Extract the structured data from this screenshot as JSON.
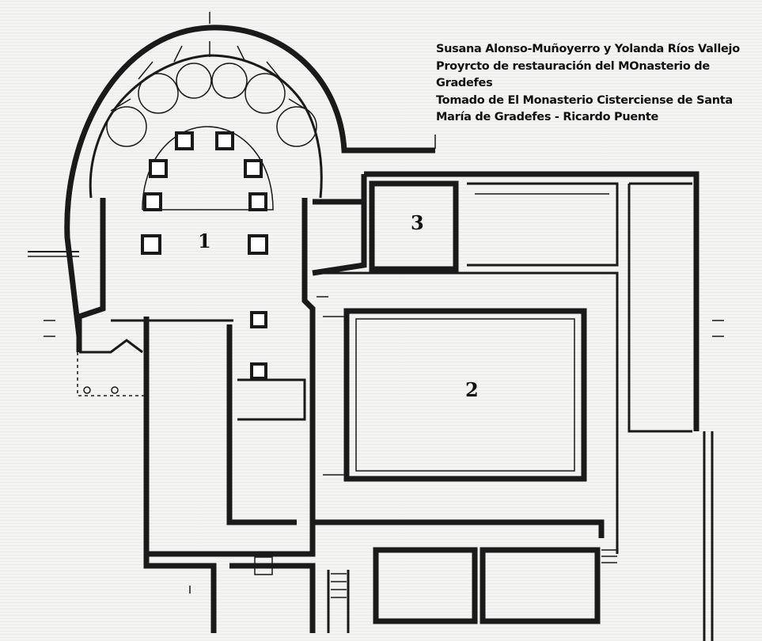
{
  "credits": {
    "line1": "Susana Alonso-Muñoyerro y Yolanda Ríos Vallejo",
    "line2": "Proyrcto de restauración del MOnasterio de",
    "line3": "Gradefes",
    "line4": "Tomado de El Monasterio Cisterciense de Santa",
    "line5": "María de Gradefes - Ricardo Puente"
  },
  "labels": {
    "church": "1",
    "cloister": "2",
    "room": "3"
  }
}
